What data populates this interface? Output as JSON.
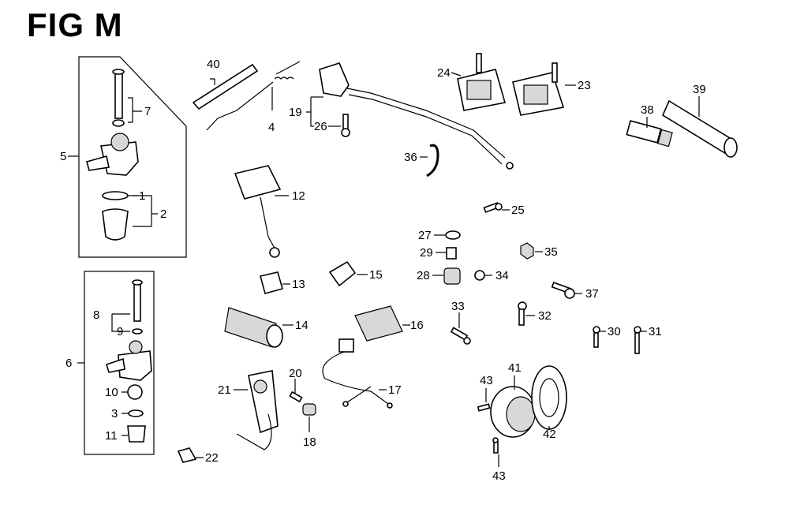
{
  "title": "FIG M",
  "callouts": {
    "c1": "1",
    "c2": "2",
    "c3": "3",
    "c4": "4",
    "c5": "5",
    "c6": "6",
    "c7": "7",
    "c8": "8",
    "c9": "9",
    "c10": "10",
    "c11": "11",
    "c12": "12",
    "c13": "13",
    "c14": "14",
    "c15": "15",
    "c16": "16",
    "c17": "17",
    "c18": "18",
    "c19": "19",
    "c20": "20",
    "c21": "21",
    "c22": "22",
    "c23": "23",
    "c24": "24",
    "c25": "25",
    "c26": "26",
    "c27": "27",
    "c28": "28",
    "c29": "29",
    "c30": "30",
    "c31": "31",
    "c32": "32",
    "c33": "33",
    "c34": "34",
    "c35": "35",
    "c36": "36",
    "c37": "37",
    "c38": "38",
    "c39": "39",
    "c40": "40",
    "c41": "41",
    "c42": "42",
    "c43a": "43",
    "c43b": "43"
  }
}
